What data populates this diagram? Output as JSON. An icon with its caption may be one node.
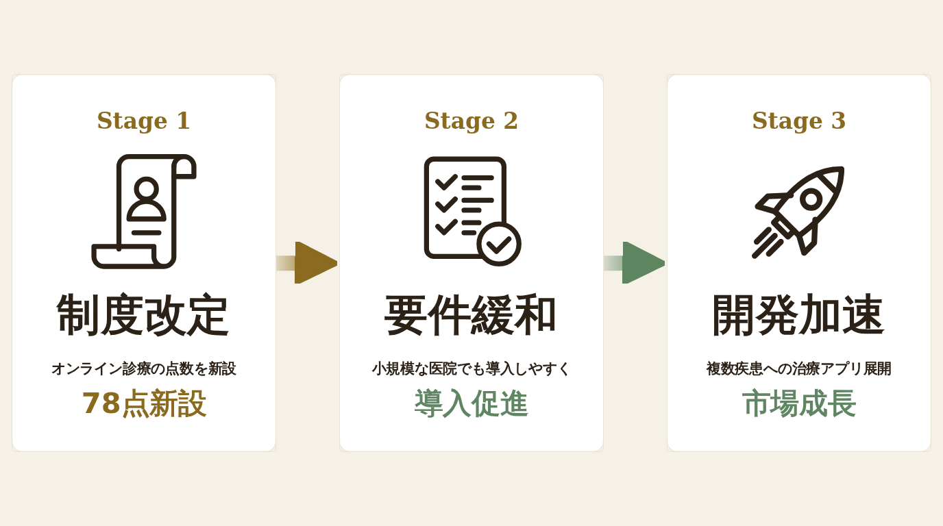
{
  "diagram": {
    "nodes": [
      {
        "text": [
          "Stage 1",
          "制度改定",
          "オンライン診療の点数を新設",
          "78点新設"
        ]
      },
      {
        "text": [
          "Stage 2",
          "要件緩和",
          "小規模な医院でも導入しやすく",
          "導入促進"
        ]
      },
      {
        "text": [
          "Stage 3",
          "開発加速",
          "複数疾患への治療アプリ展開",
          "市場成長"
        ]
      }
    ],
    "edges": [
      {
        "from": 0,
        "to": 1,
        "arrow": "to",
        "style": "thick",
        "color": "#8b6b1f"
      },
      {
        "from": 1,
        "to": 2,
        "arrow": "to",
        "style": "thick",
        "color": "#5c8560"
      }
    ]
  }
}
